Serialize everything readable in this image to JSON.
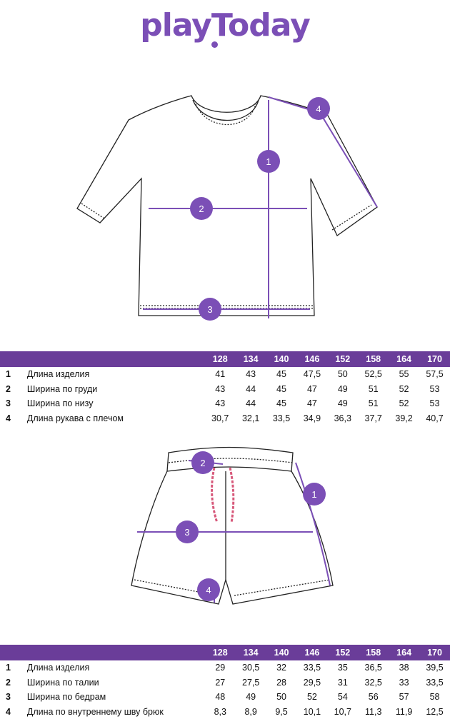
{
  "brand": {
    "logo_text": "playToday",
    "color": "#7b4fb6",
    "header_color": "#6a3d99"
  },
  "size_header": [
    "128",
    "134",
    "140",
    "146",
    "152",
    "158",
    "164",
    "170"
  ],
  "tshirt": {
    "markers": [
      "1",
      "2",
      "3",
      "4"
    ],
    "rows": [
      {
        "num": "1",
        "name": "Длина изделия",
        "values": [
          "41",
          "43",
          "45",
          "47,5",
          "50",
          "52,5",
          "55",
          "57,5"
        ]
      },
      {
        "num": "2",
        "name": "Ширина по груди",
        "values": [
          "43",
          "44",
          "45",
          "47",
          "49",
          "51",
          "52",
          "53"
        ]
      },
      {
        "num": "3",
        "name": "Ширина по низу",
        "values": [
          "43",
          "44",
          "45",
          "47",
          "49",
          "51",
          "52",
          "53"
        ]
      },
      {
        "num": "4",
        "name": "Длина рукава с плечом",
        "values": [
          "30,7",
          "32,1",
          "33,5",
          "34,9",
          "36,3",
          "37,7",
          "39,2",
          "40,7"
        ]
      }
    ]
  },
  "shorts": {
    "markers": [
      "1",
      "2",
      "3",
      "4"
    ],
    "rows": [
      {
        "num": "1",
        "name": "Длина изделия",
        "values": [
          "29",
          "30,5",
          "32",
          "33,5",
          "35",
          "36,5",
          "38",
          "39,5"
        ]
      },
      {
        "num": "2",
        "name": "Ширина по талии",
        "values": [
          "27",
          "27,5",
          "28",
          "29,5",
          "31",
          "32,5",
          "33",
          "33,5"
        ]
      },
      {
        "num": "3",
        "name": "Ширина по бедрам",
        "values": [
          "48",
          "49",
          "50",
          "52",
          "54",
          "56",
          "57",
          "58"
        ]
      },
      {
        "num": "4",
        "name": "Длина по внутреннему шву брюк",
        "values": [
          "8,3",
          "8,9",
          "9,5",
          "10,1",
          "10,7",
          "11,3",
          "11,9",
          "12,5"
        ]
      }
    ]
  }
}
